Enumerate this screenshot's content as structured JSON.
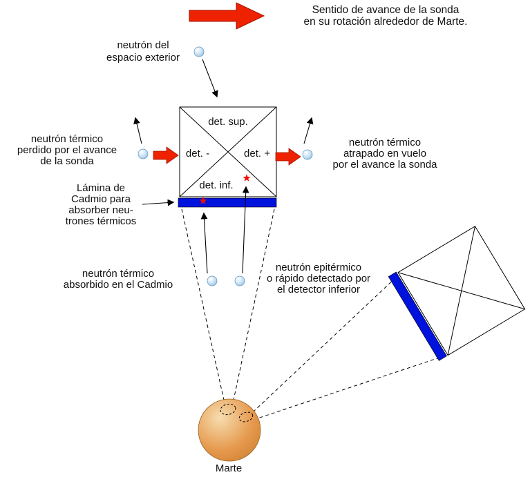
{
  "heading": {
    "lines": [
      "Sentido de avance de la sonda",
      "en su rotación alrededor de Marte."
    ]
  },
  "detector": {
    "top": "det. sup.",
    "minus": "det. -",
    "plus": "det. +",
    "bottom": "det. inf."
  },
  "labels": {
    "outer_neutron": {
      "lines": [
        "neutrón del",
        "espacio exterior"
      ]
    },
    "lost_neutron": {
      "lines": [
        "neutrón térmico",
        "perdido por el avance",
        "de la sonda"
      ]
    },
    "trapped_neutron": {
      "lines": [
        "neutrón térmico",
        "atrapado en vuelo",
        "por el avance la sonda"
      ]
    },
    "cadmium_sheet": {
      "lines": [
        "Lámina de",
        "Cadmio para",
        "absorber neu-",
        "trones térmicos"
      ]
    },
    "absorbed_neutron": {
      "lines": [
        "neutrón térmico",
        "absorbido en el Cadmio"
      ]
    },
    "epithermal_neutron": {
      "lines": [
        "neutrón epitérmico",
        "o rápido detectado por",
        "el detector inferior"
      ]
    },
    "mars": "Marte"
  },
  "colors": {
    "arrow_red": "#ee2200",
    "cadmium_blue": "#0013dd",
    "spark_red": "#ee1100",
    "neutron_highlight": "#ffffff",
    "neutron_light": "#cfe6f7",
    "neutron_dark": "#8ab6d9",
    "mars_light": "#f6ddb0",
    "mars_mid": "#e69a4e",
    "mars_dark": "#c87a28"
  }
}
